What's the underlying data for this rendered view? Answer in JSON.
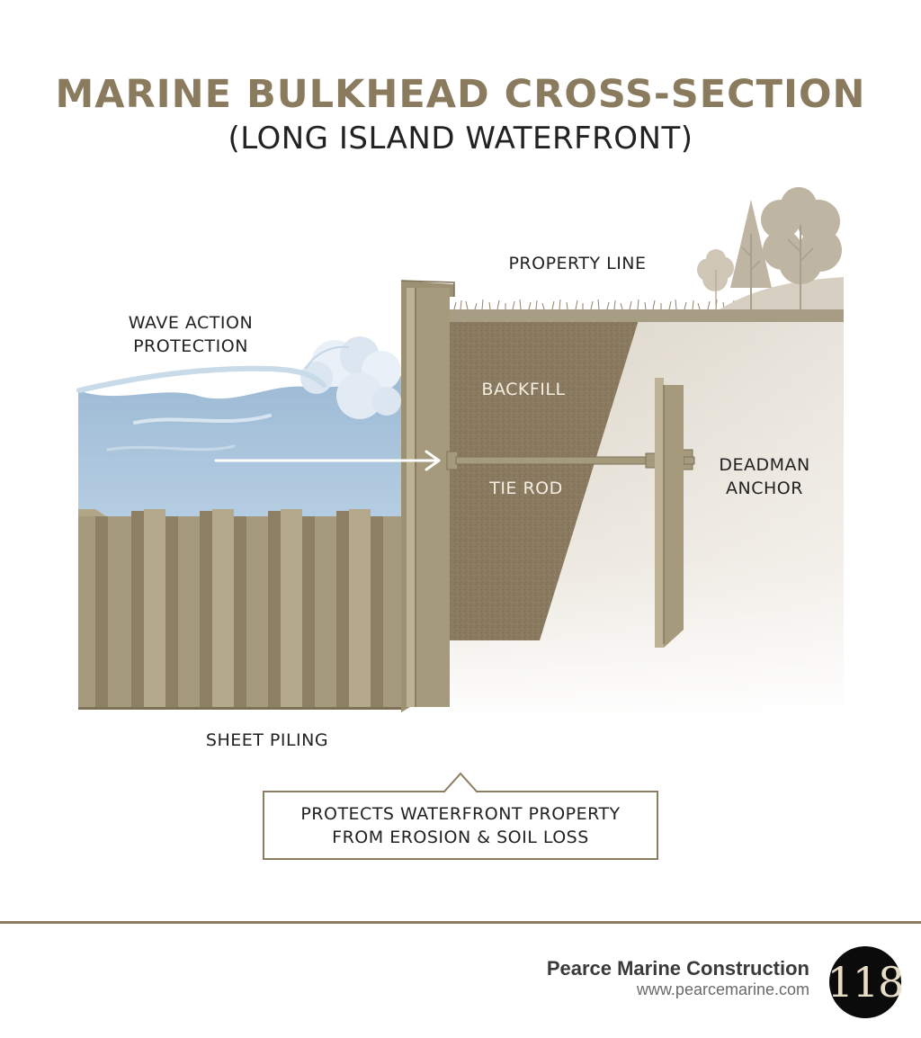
{
  "header": {
    "title": "MARINE BULKHEAD CROSS-SECTION",
    "subtitle": "(LONG ISLAND WATERFRONT)"
  },
  "labels": {
    "property_line": "PROPERTY LINE",
    "wave_action_line1": "WAVE ACTION",
    "wave_action_line2": "PROTECTION",
    "backfill": "BACKFILL",
    "tie_rod": "TIE ROD",
    "deadman_line1": "DEADMAN",
    "deadman_line2": "ANCHOR",
    "sheet_piling": "SHEET PILING"
  },
  "callout": {
    "line1": "PROTECTS WATERFRONT PROPERTY",
    "line2": "FROM EROSION & SOIL LOSS"
  },
  "footer": {
    "company": "Pearce Marine Construction",
    "website": "www.pearcemarine.com",
    "logo_text": "118"
  },
  "colors": {
    "title": "#8a7a5e",
    "water": "#a9c4dc",
    "piling": "#a69a7c",
    "piling_dark": "#887b5f",
    "backfill": "#8a7b60",
    "accent": "#8c7c60"
  },
  "icons": [
    "tree-icon",
    "wave-icon",
    "arrow-right-icon"
  ]
}
